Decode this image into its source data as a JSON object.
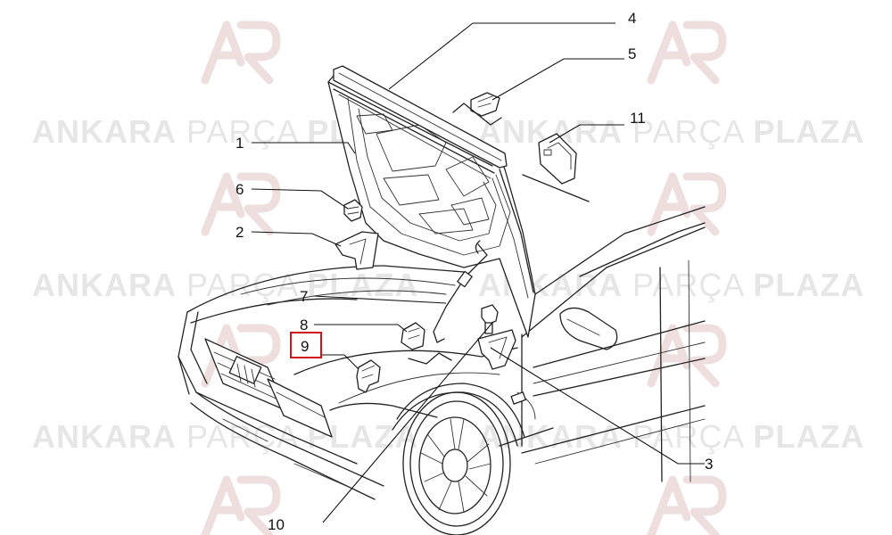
{
  "watermark": {
    "brand_bold_left": "ANKARA",
    "brand_light": "PARÇA",
    "brand_bold_right": "PLAZA"
  },
  "callouts": [
    {
      "id": "1",
      "label": "1"
    },
    {
      "id": "2",
      "label": "2"
    },
    {
      "id": "3",
      "label": "3"
    },
    {
      "id": "4",
      "label": "4"
    },
    {
      "id": "5",
      "label": "5"
    },
    {
      "id": "6",
      "label": "6"
    },
    {
      "id": "7",
      "label": "7"
    },
    {
      "id": "8",
      "label": "8"
    },
    {
      "id": "9",
      "label": "9",
      "highlighted": true
    },
    {
      "id": "10",
      "label": "10"
    },
    {
      "id": "11",
      "label": "11"
    }
  ],
  "colors": {
    "highlight": "#d0141a",
    "watermark_text": "#e6e6e6",
    "watermark_logo": "#eedede",
    "line": "#222222"
  }
}
